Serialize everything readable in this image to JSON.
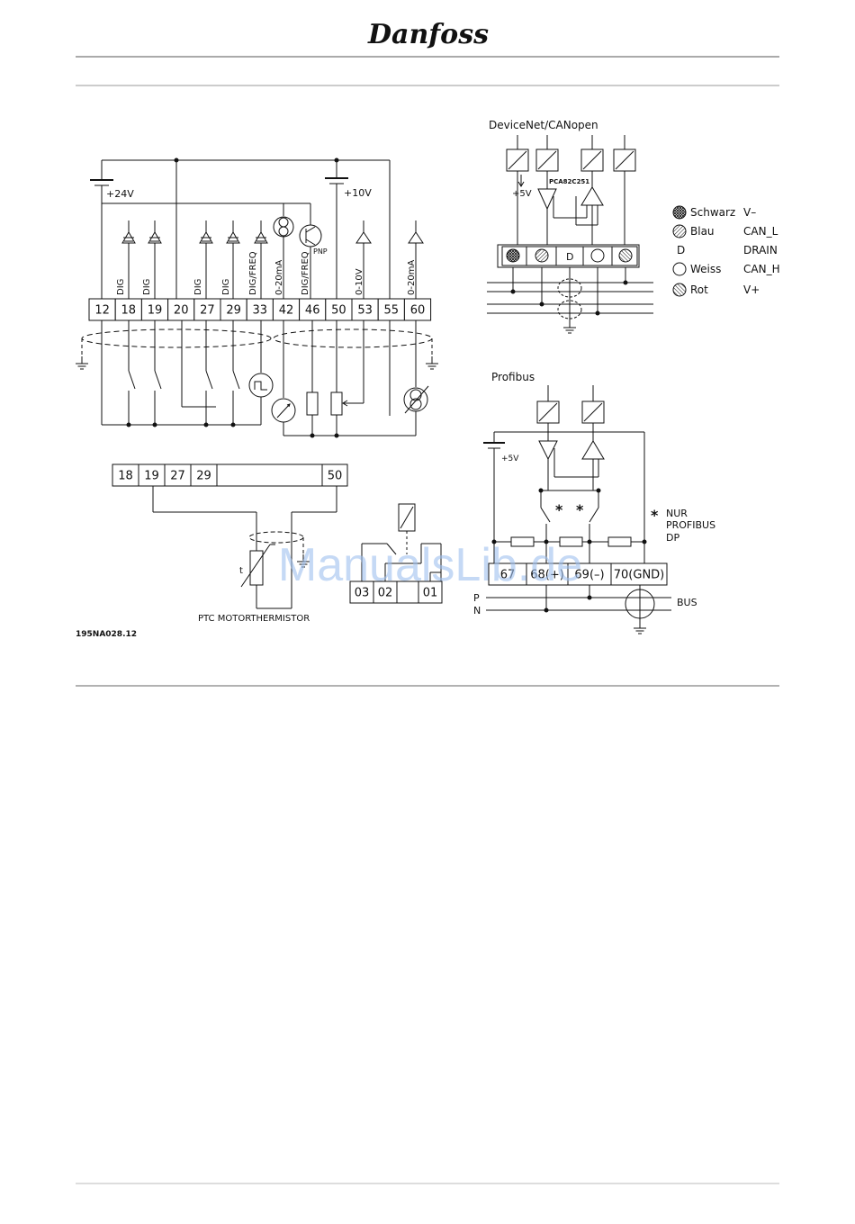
{
  "header": {
    "logo": "Danfoss"
  },
  "control": {
    "supply_24v": "+24V",
    "supply_10v": "+10V",
    "terminals": [
      "12",
      "18",
      "19",
      "20",
      "27",
      "29",
      "33",
      "42",
      "46",
      "50",
      "53",
      "55",
      "60"
    ],
    "functions": [
      "DIG",
      "DIG",
      "DIG",
      "DIG",
      "DIG/FREQ",
      "0-20mA",
      "DIG/FREQ",
      "0-10V",
      "0-20mA"
    ],
    "pnp": "PNP"
  },
  "ptc": {
    "terminals": [
      "18",
      "19",
      "27",
      "29",
      "50"
    ],
    "label": "PTC  MOTORTHERMISTOR",
    "t_symbol": "t"
  },
  "relay": {
    "terminals": [
      "03",
      "02",
      "01"
    ]
  },
  "drawing_id": "195NA028.12",
  "devicenet": {
    "title": "DeviceNet/CANopen",
    "v5": "+5V",
    "chip": "PCA82C251",
    "drain_symbol": "D",
    "legend": [
      {
        "color": "Schwarz",
        "signal": "V–"
      },
      {
        "color": "Blau",
        "signal": "CAN_L"
      },
      {
        "color": "D",
        "signal": "DRAIN"
      },
      {
        "color": "Weiss",
        "signal": "CAN_H"
      },
      {
        "color": "Rot",
        "signal": "V+"
      }
    ]
  },
  "profibus": {
    "title": "Profibus",
    "v5": "+5V",
    "note_star": "*",
    "note": [
      "NUR",
      "PROFIBUS",
      "DP"
    ],
    "terminals": [
      "67",
      "68(+)",
      "69(–)",
      "70(GND)"
    ],
    "p": "P",
    "n": "N",
    "bus": "BUS"
  },
  "watermark": "ManualsLib.de"
}
